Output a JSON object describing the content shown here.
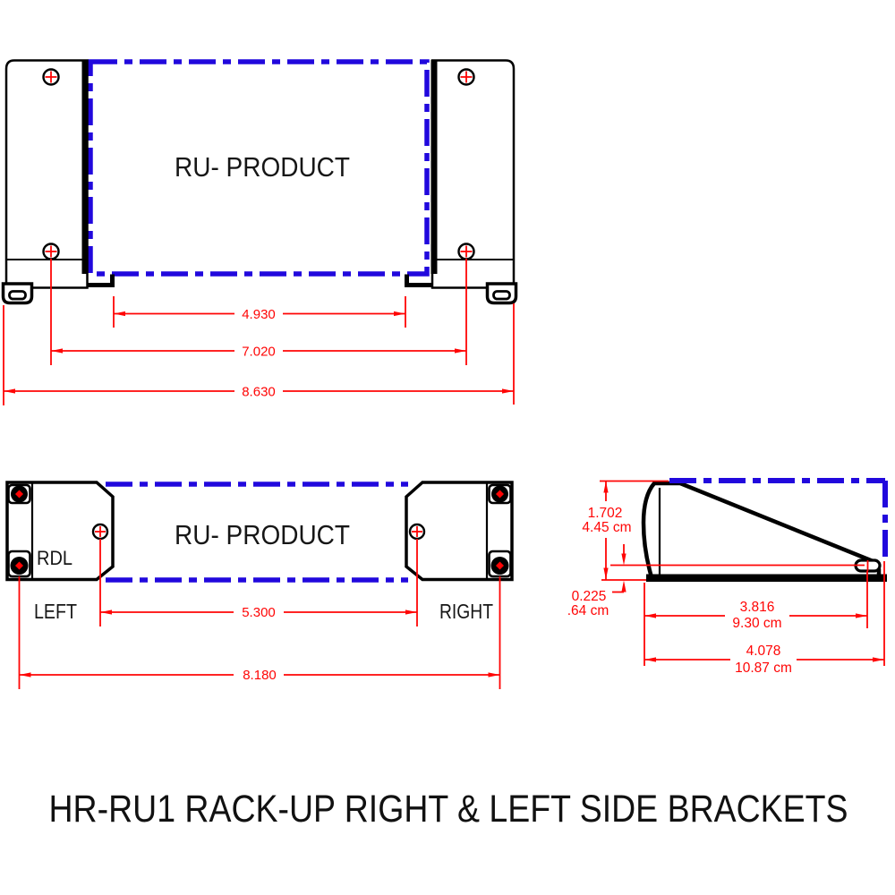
{
  "title": "HR-RU1 RACK-UP RIGHT & LEFT SIDE BRACKETS",
  "colors": {
    "dimension_red": "#ff0505",
    "product_blue": "#2108dd",
    "line_black": "#000000"
  },
  "front_view": {
    "product_label": "RU- PRODUCT",
    "dimensions": {
      "inner_width": "4.930",
      "hole_span": "7.020",
      "overall_width": "8.630"
    }
  },
  "plan_view": {
    "product_label": "RU- PRODUCT",
    "rdl_label": "RDL",
    "left_label": "LEFT",
    "right_label": "RIGHT",
    "dimensions": {
      "hole_span": "5.300",
      "overall_width": "8.180"
    }
  },
  "side_view": {
    "dimensions": {
      "height_in": "1.702",
      "height_cm": "4.45 cm",
      "offset_in": "0.225",
      "offset_cm": ".64 cm",
      "slot_in": "3.816",
      "slot_cm": "9.30 cm",
      "depth_in": "4.078",
      "depth_cm": "10.87 cm"
    }
  }
}
